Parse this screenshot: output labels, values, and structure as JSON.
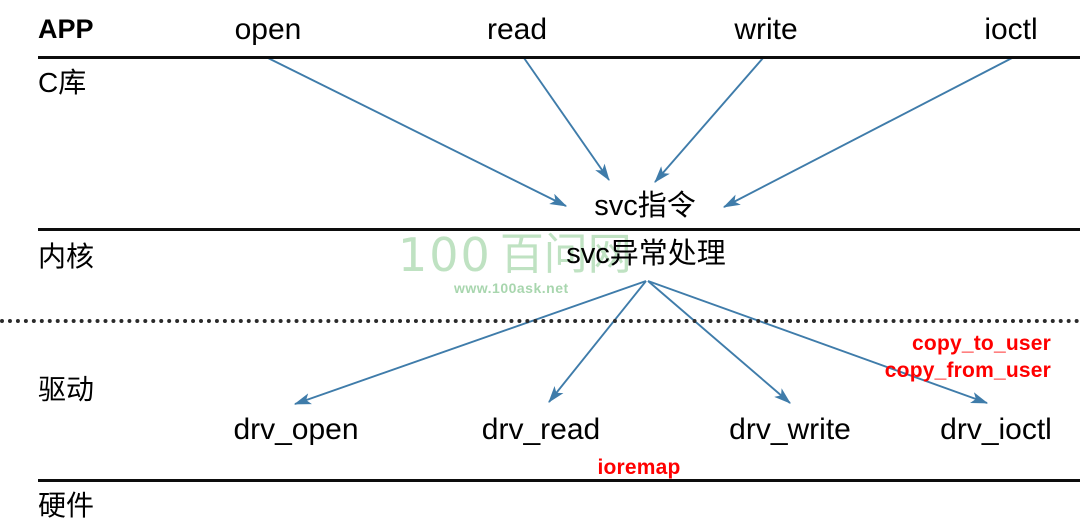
{
  "diagram": {
    "title": "Linux driver call flow layers",
    "colors": {
      "arrow": "#3f7caa",
      "rule": "#0d0d0d",
      "annotation": "#ff0000",
      "watermark": "#bfe2c2",
      "text": "#000000"
    },
    "layers": [
      {
        "id": "app",
        "label": "APP",
        "bold": true
      },
      {
        "id": "clib",
        "label": "C库",
        "bold": true
      },
      {
        "id": "kernel",
        "label": "内核",
        "bold": false
      },
      {
        "id": "driver",
        "label": "驱动",
        "bold": false
      },
      {
        "id": "hw",
        "label": "硬件",
        "bold": false
      }
    ],
    "app_calls": [
      {
        "id": "open",
        "label": "open"
      },
      {
        "id": "read",
        "label": "read"
      },
      {
        "id": "write",
        "label": "write"
      },
      {
        "id": "ioctl",
        "label": "ioctl"
      }
    ],
    "kernel_nodes": [
      {
        "id": "svc-instruction",
        "label": "svc指令"
      },
      {
        "id": "svc-handler",
        "label": "svc异常处理"
      }
    ],
    "driver_funcs": [
      {
        "id": "drv_open",
        "label": "drv_open"
      },
      {
        "id": "drv_read",
        "label": "drv_read"
      },
      {
        "id": "drv_write",
        "label": "drv_write"
      },
      {
        "id": "drv_ioctl",
        "label": "drv_ioctl"
      }
    ],
    "annotations": [
      {
        "id": "copy-to-user",
        "label": "copy_to_user"
      },
      {
        "id": "copy-from-user",
        "label": "copy_from_user"
      },
      {
        "id": "ioremap",
        "label": "ioremap"
      }
    ],
    "watermark": {
      "number": "100",
      "name": "百问网",
      "url": "www.100ask.net"
    }
  }
}
